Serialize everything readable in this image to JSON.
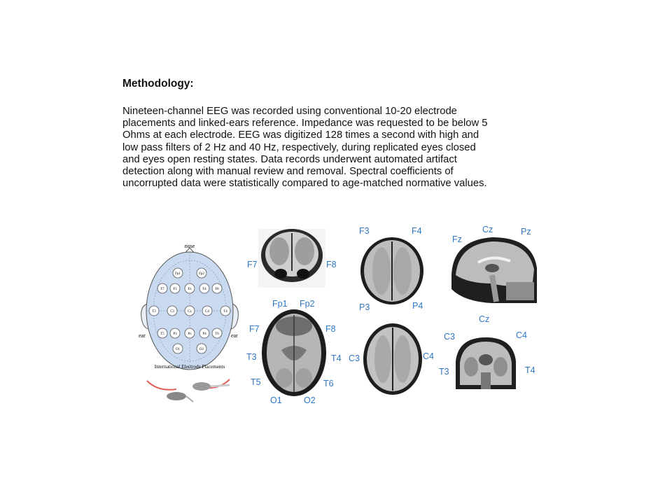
{
  "methodology": {
    "heading": "Methodology:",
    "lines": [
      "Nineteen-channel EEG was recorded using conventional 10-20 electrode",
      "placements and linked-ears reference. Impedance was requested to be below 5",
      "Ohms at each electrode. EEG was digitized 128 times a second with high and",
      "low pass filters of 2 Hz and 40 Hz, respectively, during replicated eyes closed",
      "and eyes open resting states. Data records underwent automated artifact",
      "detection along with manual review and removal. Spectral coefficients of",
      "uncorrupted data were statistically compared to age-matched normative values."
    ]
  },
  "diagram": {
    "nose": "nose",
    "ear_left": "ear",
    "ear_right": "ear",
    "caption": "International Electrode Placements",
    "electrodes": [
      "Fp1",
      "Fp2",
      "F7",
      "F3",
      "Fz",
      "F4",
      "F8",
      "T3",
      "C3",
      "Cz",
      "C4",
      "T4",
      "T5",
      "P3",
      "Pz",
      "P4",
      "T6",
      "O1",
      "O2"
    ]
  },
  "mri_labels": {
    "coronal_front": {
      "left": "F7",
      "right": "F8"
    },
    "axial_top": {
      "tl": "F3",
      "tr": "F4",
      "bl": "P3",
      "br": "P4"
    },
    "sagittal": {
      "a": "Fz",
      "b": "Cz",
      "c": "Pz"
    },
    "axial_large": {
      "fp1": "Fp1",
      "fp2": "Fp2",
      "f7": "F7",
      "f8": "F8",
      "t3": "T3",
      "t4": "T4",
      "t5": "T5",
      "t6": "T6",
      "o1": "O1",
      "o2": "O2"
    },
    "axial_small": {
      "left": "C3",
      "right": "C4"
    },
    "coronal_mid": {
      "top": "Cz",
      "c3": "C3",
      "c4": "C4",
      "t3": "T3",
      "t4": "T4"
    }
  },
  "colors": {
    "label_blue": "#2f78c8",
    "scalp_blue": "#c9daf0"
  }
}
